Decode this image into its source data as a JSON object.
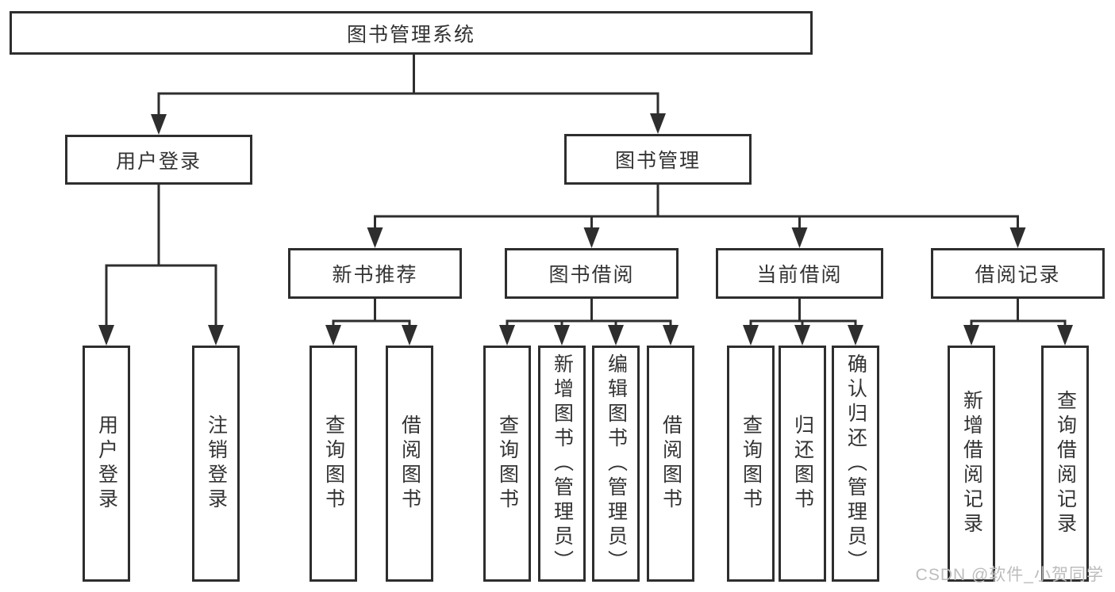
{
  "diagram_type": "hierarchy-tree",
  "colors": {
    "background": "#ffffff",
    "line": "#2e2e2e",
    "box_border": "#2e2e2e",
    "text": "#333333",
    "watermark": "#bcbcbc"
  },
  "tree": {
    "root": {
      "label": "图书管理系统"
    },
    "branches": [
      {
        "label": "用户登录",
        "children": [
          {
            "label": "用户登录"
          },
          {
            "label": "注销登录"
          }
        ]
      },
      {
        "label": "图书管理",
        "children": [
          {
            "label": "新书推荐",
            "children": [
              {
                "label": "查询图书"
              },
              {
                "label": "借阅图书"
              }
            ]
          },
          {
            "label": "图书借阅",
            "children": [
              {
                "label": "查询图书"
              },
              {
                "label": "新增图书（管理员）"
              },
              {
                "label": "编辑图书（管理员）"
              },
              {
                "label": "借阅图书"
              }
            ]
          },
          {
            "label": "当前借阅",
            "children": [
              {
                "label": "查询图书"
              },
              {
                "label": "归还图书"
              },
              {
                "label": "确认归还（管理员）"
              }
            ]
          },
          {
            "label": "借阅记录",
            "children": [
              {
                "label": "新增借阅记录"
              },
              {
                "label": "查询借阅记录"
              }
            ]
          }
        ]
      }
    ]
  },
  "watermark": {
    "text": "CSDN @软件_小贺同学"
  }
}
